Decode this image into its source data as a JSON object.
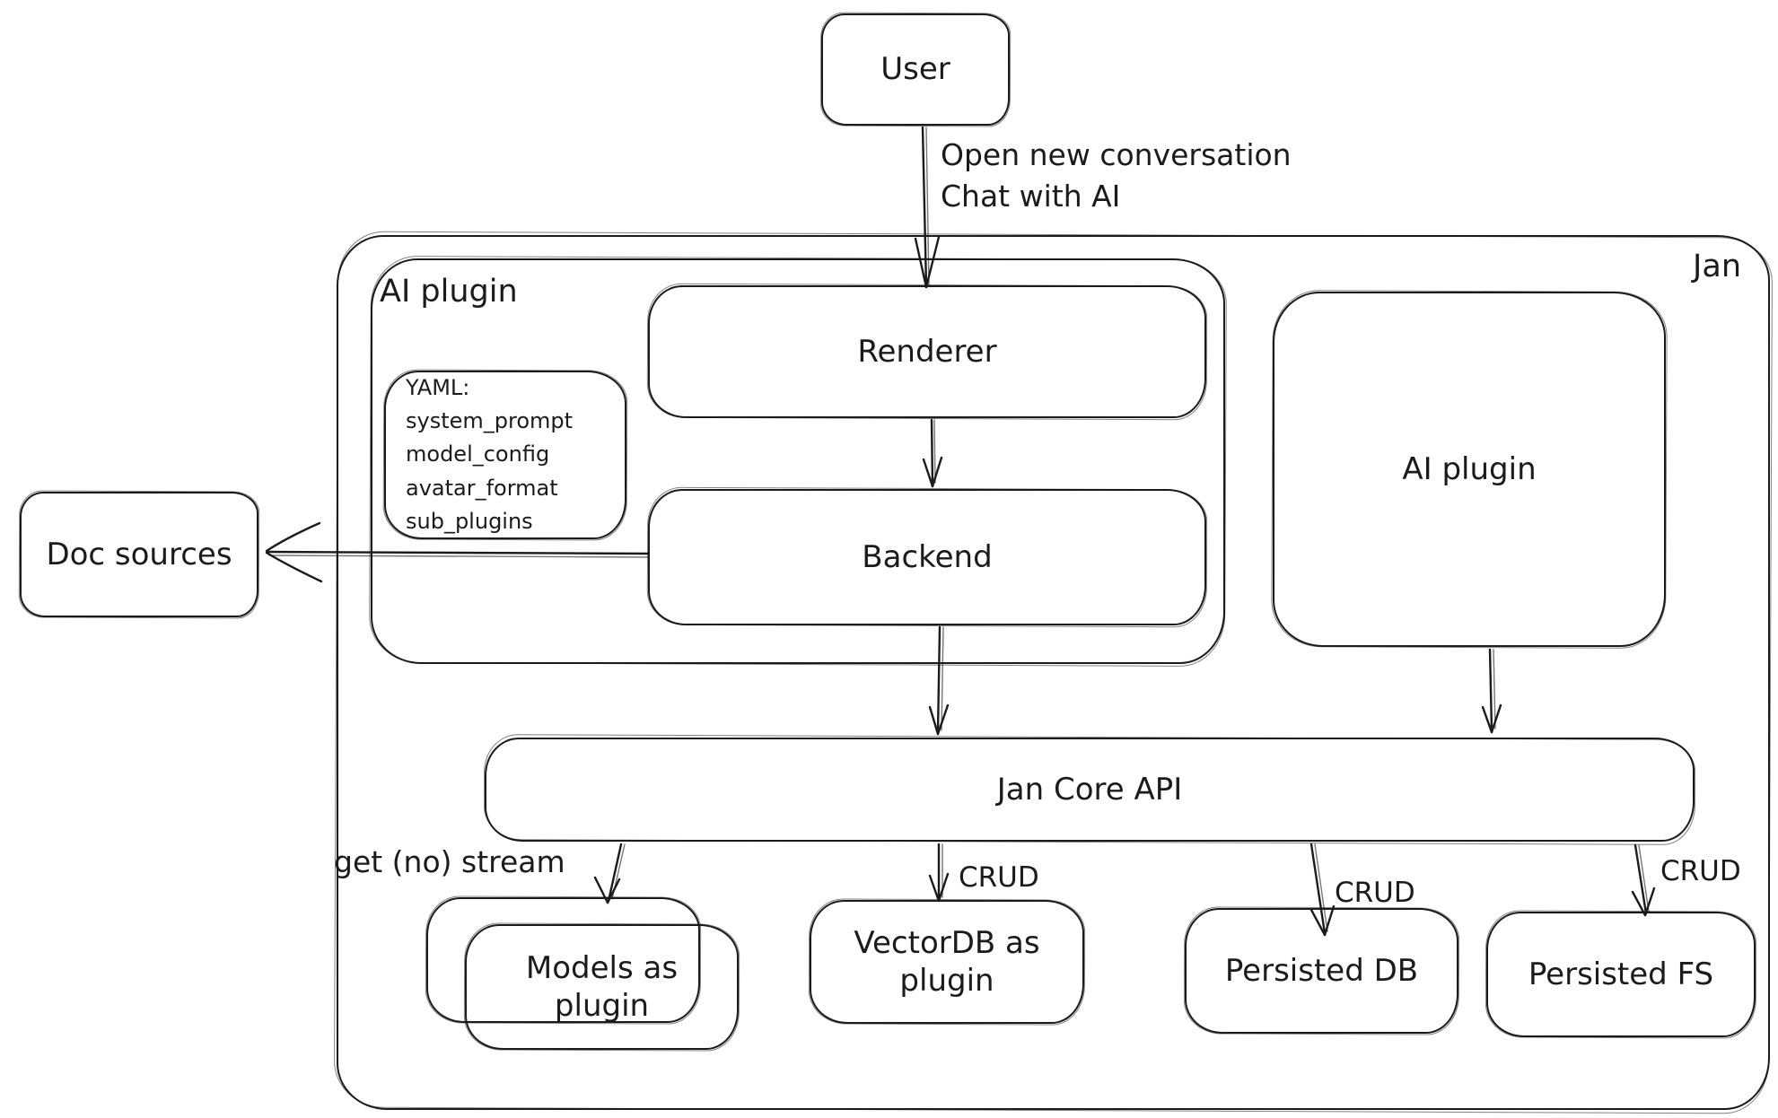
{
  "diagram": {
    "title_area": {
      "outer_container_label": "Jan"
    },
    "nodes": {
      "user": {
        "label": "User"
      },
      "ai_plugin_group": {
        "label": "AI plugin"
      },
      "renderer": {
        "label": "Renderer"
      },
      "backend": {
        "label": "Backend"
      },
      "yaml_note": {
        "lines": [
          "YAML:",
          "system_prompt",
          "model_config",
          "avatar_format",
          "sub_plugins"
        ]
      },
      "ai_plugin_right": {
        "label": "AI plugin"
      },
      "doc_sources": {
        "label": "Doc sources"
      },
      "jan_core_api": {
        "label": "Jan Core API"
      },
      "models_as_plugin": {
        "label": "Models as plugin"
      },
      "vectordb_as_plugin": {
        "label": "VectorDB as plugin"
      },
      "persisted_db": {
        "label": "Persisted DB"
      },
      "persisted_fs": {
        "label": "Persisted FS"
      }
    },
    "edges": {
      "user_to_renderer": {
        "label_line1": "Open new conversation",
        "label_line2": "Chat with AI"
      },
      "jan_core_to_models": {
        "label": "get (no) stream"
      },
      "jan_core_to_vectordb": {
        "label": "CRUD"
      },
      "jan_core_to_persisted_db": {
        "label": "CRUD"
      },
      "jan_core_to_persisted_fs": {
        "label": "CRUD"
      }
    },
    "colors": {
      "ink": "#1b1b1b",
      "background": "#ffffff"
    }
  }
}
